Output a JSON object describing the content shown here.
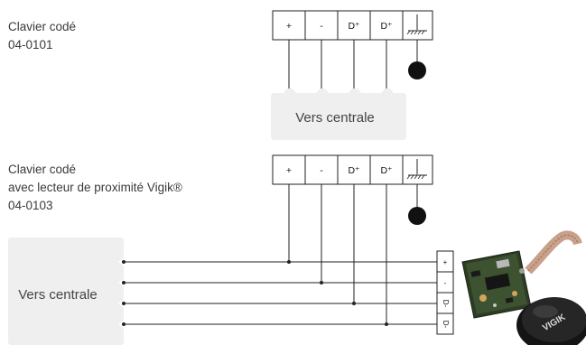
{
  "diagrams": [
    {
      "title": "Clavier codé",
      "subtitle": "",
      "reference": "04-0101",
      "terminals": [
        "+",
        "-",
        "D⁺",
        "D⁺"
      ],
      "destination": "Vers centrale"
    },
    {
      "title": "Clavier codé",
      "subtitle": "avec lecteur de proximité Vigik®",
      "reference": "04-0103",
      "terminals": [
        "+",
        "-",
        "D⁺",
        "D⁺"
      ],
      "destination": "Vers centrale",
      "reader_terminals": [
        "+",
        "-",
        "D-",
        "D-"
      ],
      "reader_logo": "VIGIK"
    }
  ],
  "colors": {
    "line": "#222222",
    "box_fill": "#efefef",
    "dot": "#111111"
  }
}
